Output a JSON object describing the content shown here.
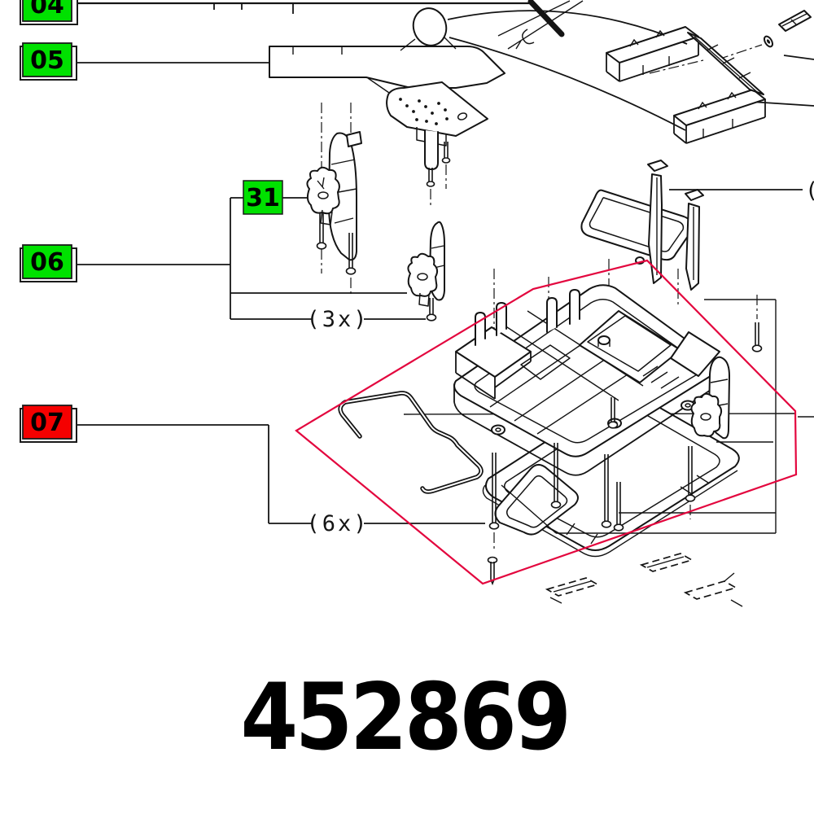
{
  "part_number": "452869",
  "callouts": {
    "c04": {
      "label": "04",
      "color": "green"
    },
    "c05": {
      "label": "05",
      "color": "green"
    },
    "c06": {
      "label": "06",
      "color": "green"
    },
    "c31": {
      "label": "31",
      "color": "green"
    },
    "c07": {
      "label": "07",
      "color": "red"
    }
  },
  "quantities": {
    "group_06": "(3x)",
    "group_07": "(6x)",
    "right_edge_partial": "("
  },
  "colors": {
    "callout_green": "#00e100",
    "callout_red": "#f50000",
    "highlight_red": "#e3063e",
    "line_black": "#141414"
  }
}
